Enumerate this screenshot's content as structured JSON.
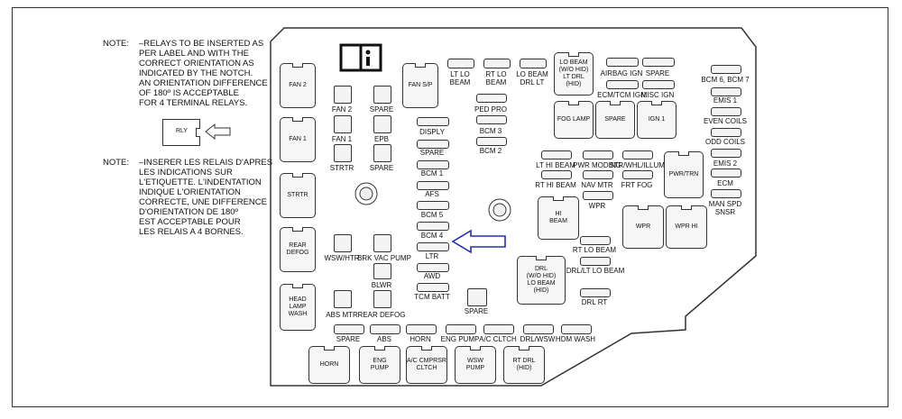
{
  "notes": {
    "label1": "NOTE:",
    "text_en": "–RELAYS TO BE INSERTED AS\nPER LABEL AND WITH THE\nCORRECT ORIENTATION AS\nINDICATED BY THE NOTCH.\nAN ORIENTATION DIFFERENCE\nOF 180º IS ACCEPTABLE\nFOR 4 TERMINAL RELAYS.",
    "label2": "NOTE:",
    "text_fr": "–INSERER LES RELAIS D'APRES\nLES INDICATIONS SUR\nL'ETIQUETTE. L'INDENTATION\nINDIQUE L'ORIENTATION\nCORRECTE, UNE DIFFERENCE\nD'ORIENTATION DE 180º\nEST ACCEPTABLE POUR\nLES RELAIS A 4 BORNES.",
    "relay_icon_text": "RLY"
  },
  "left_relays": [
    "FAN 2",
    "FAN 1",
    "STRTR",
    "REAR\nDEFOG",
    "HEAD\nLAMP\nWASH"
  ],
  "small_fuses": {
    "fan2": "FAN 2",
    "spare1": "SPARE",
    "fan1": "FAN 1",
    "epb": "EPB",
    "strtr": "STRTR",
    "spare2": "SPARE",
    "wswhtr": "WSW/HTR",
    "brkvac": "BRK VAC PUMP",
    "blwr": "BLWR",
    "absmtr": "ABS MTR",
    "reardefog": "REAR DEFOG"
  },
  "center": {
    "fansp": "FAN S/P",
    "column": [
      "DISPLY",
      "SPARE",
      "BCM 1",
      "AFS",
      "BCM 5",
      "BCM 4",
      "LTR",
      "AWD",
      "TCM BATT"
    ],
    "ltlo": "LT LO\nBEAM",
    "rtlo": "RT LO\nBEAM",
    "lobeamdrl": "LO BEAM\nDRL LT",
    "pedpro": "PED PRO",
    "bcm3": "BCM 3",
    "bcm2": "BCM 2",
    "lobeam_relay": "LO BEAM\n(W/O HID)\nLT DRL\n(HID)",
    "airbag": "AIRBAG IGN",
    "ecmtcm": "ECM/TCM IGN",
    "spare_top": "SPARE",
    "miscign": "MISC IGN",
    "foglamp": "FOG LAMP",
    "spare_relay": "SPARE",
    "ign1": "IGN 1",
    "lthi": "LT HI BEAM",
    "pwrmoding": "PWR MODING",
    "strwhl": "STR/WHL/ILLUM",
    "rthi": "RT HI BEAM",
    "navmtr": "NAV MTR",
    "frtfog": "FRT FOG",
    "wpr_fuse": "WPR",
    "hibeam": "HI\nBEAM",
    "pwrtrn": "PWR/TRN",
    "wpr": "WPR",
    "wprhi": "WPR HI",
    "rtlobeam": "RT LO BEAM",
    "drllt": "DRL/LT LO BEAM",
    "drlrt": "DRL RT",
    "drl_relay": "DRL\n(W/O HID)\nLO BEAM\n(HID)",
    "spare_sq": "SPARE"
  },
  "right_column": [
    "BCM 6, BCM 7",
    "EMIS 1",
    "EVEN COILS",
    "ODD COILS",
    "EMIS 2",
    "ECM",
    "MAN SPD\nSNSR"
  ],
  "bottom_fuses": [
    "SPARE",
    "ABS",
    "HORN",
    "ENG PUMP",
    "A/C CLTCH",
    "DRL/WSW",
    "HDM WASH"
  ],
  "bottom_relays": [
    "HORN",
    "ENG\nPUMP",
    "A/C CMPRSR\nCLTCH",
    "WSW\nPUMP",
    "RT DRL\n(HID)"
  ]
}
